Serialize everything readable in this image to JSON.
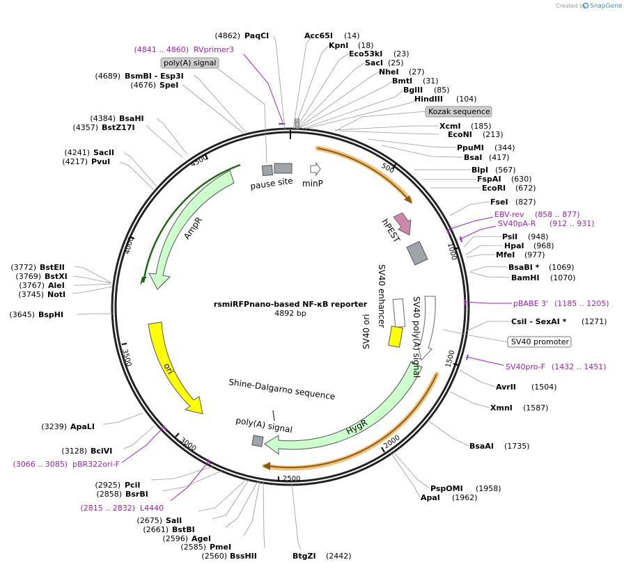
{
  "credit": {
    "text": "Created by",
    "brand": "SnapGene"
  },
  "plasmid": {
    "name": "rsmiRFPnano-based NF-κB reporter",
    "length": "4892 bp"
  },
  "ticks": [
    "500",
    "1000",
    "1500",
    "2000",
    "2500",
    "3000",
    "3500",
    "4000",
    "4500"
  ],
  "sites": [
    {
      "pos": "(4862)",
      "name": "PaqCI"
    },
    {
      "pos": "(14)",
      "name": "Acc65I"
    },
    {
      "pos": "(18)",
      "name": "KpnI"
    },
    {
      "pos": "(23)",
      "name": "Eco53kI"
    },
    {
      "pos": "(25)",
      "name": "SacI"
    },
    {
      "pos": "(27)",
      "name": "NheI"
    },
    {
      "pos": "(31)",
      "name": "BmtI"
    },
    {
      "pos": "(85)",
      "name": "BglII"
    },
    {
      "pos": "(104)",
      "name": "HindIII"
    },
    {
      "pos": "(185)",
      "name": "XcmI"
    },
    {
      "pos": "(213)",
      "name": "EcoNI"
    },
    {
      "pos": "(344)",
      "name": "PpuMI"
    },
    {
      "pos": "(417)",
      "name": "BsaI"
    },
    {
      "pos": "(567)",
      "name": "BlpI"
    },
    {
      "pos": "(630)",
      "name": "FspAI"
    },
    {
      "pos": "(672)",
      "name": "EcoRI"
    },
    {
      "pos": "(827)",
      "name": "FseI"
    },
    {
      "pos": "(948)",
      "name": "PsiI"
    },
    {
      "pos": "(968)",
      "name": "HpaI"
    },
    {
      "pos": "(977)",
      "name": "MfeI"
    },
    {
      "pos": "(1069)",
      "name": "BsaBI *"
    },
    {
      "pos": "(1070)",
      "name": "BamHI"
    },
    {
      "pos": "(1271)",
      "name": "CsiI   - SexAI *"
    },
    {
      "pos": "(1504)",
      "name": "AvrII"
    },
    {
      "pos": "(1587)",
      "name": "XmnI"
    },
    {
      "pos": "(1735)",
      "name": "BsaAI"
    },
    {
      "pos": "(1958)",
      "name": "PspOMI"
    },
    {
      "pos": "(1962)",
      "name": "ApaI"
    },
    {
      "pos": "(2442)",
      "name": "BtgZI"
    },
    {
      "pos": "(2560)",
      "name": "BssHII"
    },
    {
      "pos": "(2585)",
      "name": "PmeI"
    },
    {
      "pos": "(2596)",
      "name": "AgeI"
    },
    {
      "pos": "(2661)",
      "name": "BstBI"
    },
    {
      "pos": "(2675)",
      "name": "SalI"
    },
    {
      "pos": "(2858)",
      "name": "BsrBI"
    },
    {
      "pos": "(2925)",
      "name": "PciI"
    },
    {
      "pos": "(3128)",
      "name": "BciVI"
    },
    {
      "pos": "(3239)",
      "name": "ApaLI"
    },
    {
      "pos": "(3645)",
      "name": "BspHI"
    },
    {
      "pos": "(3745)",
      "name": "NotI"
    },
    {
      "pos": "(3767)",
      "name": "AleI"
    },
    {
      "pos": "(3769)",
      "name": "BstXI"
    },
    {
      "pos": "(3772)",
      "name": "BstEII"
    },
    {
      "pos": "(4217)",
      "name": "PvuI"
    },
    {
      "pos": "(4241)",
      "name": "SacII"
    },
    {
      "pos": "(4357)",
      "name": "BstZ17I"
    },
    {
      "pos": "(4384)",
      "name": "BsaHI"
    },
    {
      "pos": "(4676)",
      "name": "SpeI"
    },
    {
      "pos": "(4689)",
      "name": "BsmBI   - Esp3I"
    }
  ],
  "primers": [
    {
      "range": "(4841 .. 4860)",
      "name": "RVprimer3"
    },
    {
      "range": "(858 .. 877)",
      "name": "EBV-rev"
    },
    {
      "range": "(912 .. 931)",
      "name": "SV40pA-R"
    },
    {
      "range": "(1185 .. 1205)",
      "name": "pBABE 3'"
    },
    {
      "range": "(1432 .. 1451)",
      "name": "SV40pro-F"
    },
    {
      "range": "(3066 .. 3085)",
      "name": "pBR322ori-F"
    },
    {
      "range": "(2815 .. 2832)",
      "name": "L4440"
    }
  ],
  "boxed_labels": [
    "poly(A) signal",
    "Kozak sequence",
    "SV40 promoter"
  ],
  "features": [
    "pause site",
    "minP",
    "hPEST",
    "SV40 poly(A) signal",
    "SV40 enhancer",
    "SV40 ori",
    "AmpR",
    "ori",
    "Shine-Dalgarno sequence",
    "poly(A) signal",
    "HygR"
  ],
  "colors": {
    "ampr": "#ccffcc",
    "ori": "#ffff00",
    "hygr": "#ccffcc",
    "reporter_glow": "#f0c070",
    "hpest": "#cc88aa",
    "terminator": "#a0a4a8",
    "primer": "#a020c0"
  }
}
